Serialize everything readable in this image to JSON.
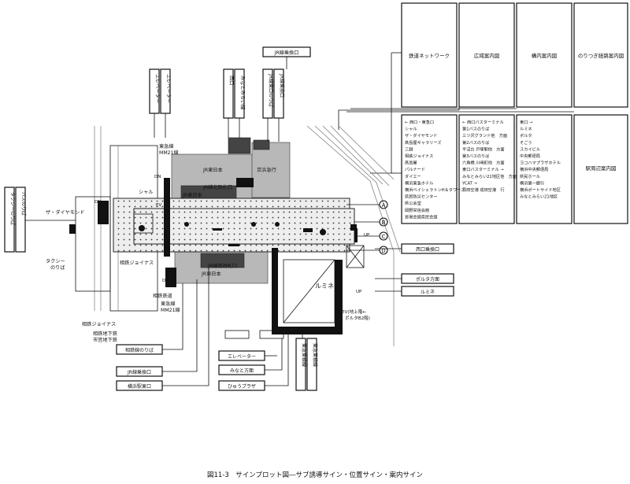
{
  "caption": "図11-3　サインプロット図―サブ誘導サイン・位置サイン・案内サイン",
  "top_panels": [
    {
      "label": "鉄道ネットワーク"
    },
    {
      "label": "広域案内図"
    },
    {
      "label": "構内案内図"
    },
    {
      "label": "のりつぎ経路案内図"
    }
  ],
  "lower_panels": {
    "panel1": [
      "← 西口・東急口",
      "シャル",
      "ザ・ダイヤモンド",
      "髙島屋ギャラリーズ",
      "三越",
      "相鉄ジョイナス",
      "髙島屋",
      "パルナード",
      "ダイエー",
      "横浜東急ホテル",
      "横浜ベイシェラトンH＆タワーズ",
      "県民防災センター",
      "県公会堂",
      "岡野栄信会館",
      "貿易会館県民会館"
    ],
    "panel2": [
      "← 西口バスターミナル",
      "第1バスのりば",
      "三ツ沢グランド他　方面",
      "第2バスのりば",
      "平沼台 戸塚駅他　方面",
      "第3バスのりば",
      "六角橋 川崎町他　方面",
      "東口バスターミナル →",
      "みなとみらい21地区他　方面",
      "YCAT →",
      "羽田空港 成田空港　行"
    ],
    "panel3": [
      "東口 →",
      "ルミネ",
      "ポルタ",
      "そごう",
      "スカイビル",
      "中央郵便局",
      "ヨコハマプラザホテル",
      "横浜中央郵便局",
      "県民ホール",
      "横浜第一銀行",
      "横浜ポートサイド地区",
      "みなとみらい21地区"
    ],
    "panel4": [
      "駅周辺案内図"
    ]
  },
  "vertical_signs": {
    "top_jr": "JR線乗換口",
    "elevator_sign": "エレベーター",
    "west_sign": "西口",
    "minatomirai": "みなとみらい線",
    "jr_transfer1": "JR線東口のりば",
    "jr_transfer2": "JR線乗換口",
    "taxi_left": "タクシーのりば",
    "bus_left": "バスのりば",
    "toyoko1": "東急東横線",
    "toyoko2": "東急東横線"
  },
  "horizontal_signs": {
    "right1": "西口乗換口",
    "right2": "ポルタ方面",
    "right3": "ルミネ",
    "bot1": "相鉄線のりば",
    "bot2": "JR線乗換口",
    "bot3": "横浜駅東口",
    "bot4": "エレベーター",
    "bot5": "みなと方面",
    "bot6": "ひゅうプラザ"
  },
  "map_labels": {
    "shal": "シャル",
    "diamond": "ザ・ダイヤモンド",
    "jr_east1": "JR東日本",
    "jr_east2": "JR東日本",
    "jr_east3": "JR東日本",
    "keikyu": "京浜急行",
    "jr_west_gate": "JR線北改札口",
    "jr_south_gate": "JR線南改札口",
    "toyoko_mm21_top": "東急線\nMM21線",
    "toyoko_mm21_bot": "東急線\nMM21線",
    "sotetsu_bot": "相鉄鉄道",
    "joinus1": "相鉄ジョイナス",
    "joinus2": "相鉄ジョイナス",
    "city_subway": "相鉄地下鉄\n市営地下鉄",
    "taxi": "タクシー\nのりば",
    "lumine": "ルミネ",
    "ev": "EV(地上階←\nポルタB2階)",
    "dn1": "DN",
    "dn2": "DN",
    "dn3": "DN",
    "up1": "UP",
    "up2": "UP",
    "ev_small": "EV",
    "circA": "A",
    "circB": "B",
    "circC": "C",
    "circD": "D"
  }
}
